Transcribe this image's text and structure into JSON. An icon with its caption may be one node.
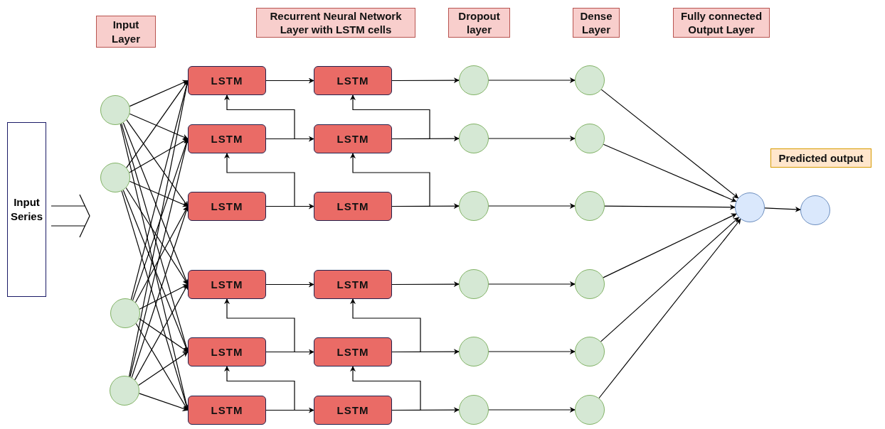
{
  "diagram": {
    "nodes": [
      {
        "text": [
          "Input Layer"
        ]
      },
      {
        "text": [
          "Recurrent Neural Network Layer with LSTM cells"
        ]
      },
      {
        "text": [
          "Dropout layer"
        ]
      },
      {
        "text": [
          "Dense Layer"
        ]
      },
      {
        "text": [
          "Fully connected Output Layer"
        ]
      },
      {
        "text": [
          "Input Series"
        ]
      },
      {
        "text": [],
        "shape": "circle"
      },
      {
        "text": [],
        "shape": "circle"
      },
      {
        "text": [],
        "shape": "circle"
      },
      {
        "text": [],
        "shape": "circle"
      },
      {
        "text": [
          "LSTM"
        ]
      },
      {
        "text": [
          "LSTM"
        ]
      },
      {
        "text": [
          "LSTM"
        ]
      },
      {
        "text": [
          "LSTM"
        ]
      },
      {
        "text": [
          "LSTM"
        ]
      },
      {
        "text": [
          "LSTM"
        ]
      },
      {
        "text": [
          "LSTM"
        ]
      },
      {
        "text": [
          "LSTM"
        ]
      },
      {
        "text": [
          "LSTM"
        ]
      },
      {
        "text": [
          "LSTM"
        ]
      },
      {
        "text": [
          "LSTM"
        ]
      },
      {
        "text": [
          "LSTM"
        ]
      },
      {
        "text": [],
        "shape": "circle"
      },
      {
        "text": [],
        "shape": "circle"
      },
      {
        "text": [],
        "shape": "circle"
      },
      {
        "text": [],
        "shape": "circle"
      },
      {
        "text": [],
        "shape": "circle"
      },
      {
        "text": [],
        "shape": "circle"
      },
      {
        "text": [],
        "shape": "circle"
      },
      {
        "text": [],
        "shape": "circle"
      },
      {
        "text": [],
        "shape": "circle"
      },
      {
        "text": [],
        "shape": "circle"
      },
      {
        "text": [],
        "shape": "circle"
      },
      {
        "text": [],
        "shape": "circle"
      },
      {
        "text": [
          "Predicted output"
        ]
      },
      {
        "text": [],
        "shape": "circle"
      },
      {
        "text": [],
        "shape": "circle"
      }
    ],
    "edges": [
      {
        "from": 6,
        "to": 10,
        "arrow": "to"
      },
      {
        "from": 6,
        "to": 11,
        "arrow": "to"
      },
      {
        "from": 6,
        "to": 12,
        "arrow": "to"
      },
      {
        "from": 6,
        "to": 13,
        "arrow": "to"
      },
      {
        "from": 6,
        "to": 14,
        "arrow": "to"
      },
      {
        "from": 6,
        "to": 15,
        "arrow": "to"
      },
      {
        "from": 7,
        "to": 10,
        "arrow": "to"
      },
      {
        "from": 7,
        "to": 11,
        "arrow": "to"
      },
      {
        "from": 7,
        "to": 12,
        "arrow": "to"
      },
      {
        "from": 7,
        "to": 13,
        "arrow": "to"
      },
      {
        "from": 7,
        "to": 14,
        "arrow": "to"
      },
      {
        "from": 7,
        "to": 15,
        "arrow": "to"
      },
      {
        "from": 8,
        "to": 10,
        "arrow": "to"
      },
      {
        "from": 8,
        "to": 11,
        "arrow": "to"
      },
      {
        "from": 8,
        "to": 12,
        "arrow": "to"
      },
      {
        "from": 8,
        "to": 13,
        "arrow": "to"
      },
      {
        "from": 8,
        "to": 14,
        "arrow": "to"
      },
      {
        "from": 8,
        "to": 15,
        "arrow": "to"
      },
      {
        "from": 9,
        "to": 10,
        "arrow": "to"
      },
      {
        "from": 9,
        "to": 11,
        "arrow": "to"
      },
      {
        "from": 9,
        "to": 12,
        "arrow": "to"
      },
      {
        "from": 9,
        "to": 13,
        "arrow": "to"
      },
      {
        "from": 9,
        "to": 14,
        "arrow": "to"
      },
      {
        "from": 9,
        "to": 15,
        "arrow": "to"
      },
      {
        "from": 10,
        "to": 16,
        "arrow": "to"
      },
      {
        "from": 11,
        "to": 17,
        "arrow": "to"
      },
      {
        "from": 12,
        "to": 18,
        "arrow": "to"
      },
      {
        "from": 13,
        "to": 19,
        "arrow": "to"
      },
      {
        "from": 14,
        "to": 20,
        "arrow": "to"
      },
      {
        "from": 15,
        "to": 21,
        "arrow": "to"
      },
      {
        "from": 16,
        "to": 22,
        "arrow": "to"
      },
      {
        "from": 17,
        "to": 23,
        "arrow": "to"
      },
      {
        "from": 18,
        "to": 24,
        "arrow": "to"
      },
      {
        "from": 19,
        "to": 25,
        "arrow": "to"
      },
      {
        "from": 20,
        "to": 26,
        "arrow": "to"
      },
      {
        "from": 21,
        "to": 27,
        "arrow": "to"
      },
      {
        "from": 22,
        "to": 28,
        "arrow": "to"
      },
      {
        "from": 23,
        "to": 29,
        "arrow": "to"
      },
      {
        "from": 24,
        "to": 30,
        "arrow": "to"
      },
      {
        "from": 25,
        "to": 31,
        "arrow": "to"
      },
      {
        "from": 26,
        "to": 32,
        "arrow": "to"
      },
      {
        "from": 27,
        "to": 33,
        "arrow": "to"
      },
      {
        "from": 28,
        "to": 35,
        "arrow": "to"
      },
      {
        "from": 29,
        "to": 35,
        "arrow": "to"
      },
      {
        "from": 30,
        "to": 35,
        "arrow": "to"
      },
      {
        "from": 31,
        "to": 35,
        "arrow": "to"
      },
      {
        "from": 32,
        "to": 35,
        "arrow": "to"
      },
      {
        "from": 33,
        "to": 35,
        "arrow": "to"
      },
      {
        "from": 35,
        "to": 36,
        "arrow": "to"
      },
      {
        "from": 11,
        "to": 10,
        "arrow": "to"
      },
      {
        "from": 12,
        "to": 11,
        "arrow": "to"
      },
      {
        "from": 14,
        "to": 13,
        "arrow": "to"
      },
      {
        "from": 15,
        "to": 14,
        "arrow": "to"
      },
      {
        "from": 17,
        "to": 16,
        "arrow": "to"
      },
      {
        "from": 18,
        "to": 17,
        "arrow": "to"
      },
      {
        "from": 20,
        "to": 19,
        "arrow": "to"
      },
      {
        "from": 21,
        "to": 20,
        "arrow": "to"
      }
    ]
  }
}
